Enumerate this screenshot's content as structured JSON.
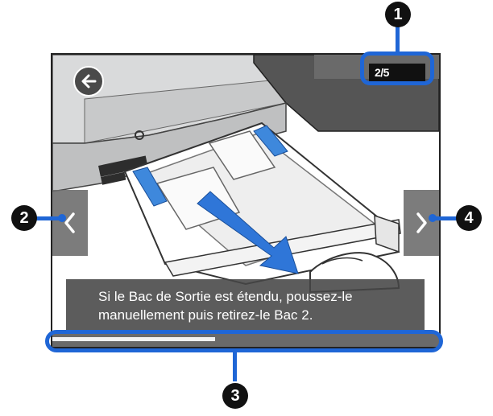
{
  "screen": {
    "page_counter": "2/5",
    "caption": "Si le Bac de Sortie est étendu, poussez-le manuellement puis retirez-le Bac 2.",
    "progress_fraction": 0.42
  },
  "callouts": {
    "one": "1",
    "two": "2",
    "three": "3",
    "four": "4"
  },
  "icons": {
    "back": "back-arrow-icon",
    "prev": "chevron-left-icon",
    "next": "chevron-right-icon"
  },
  "colors": {
    "callout_blue": "#1f66d6",
    "arrow_blue": "#2f76d8",
    "screen_overlay": "#464646"
  }
}
